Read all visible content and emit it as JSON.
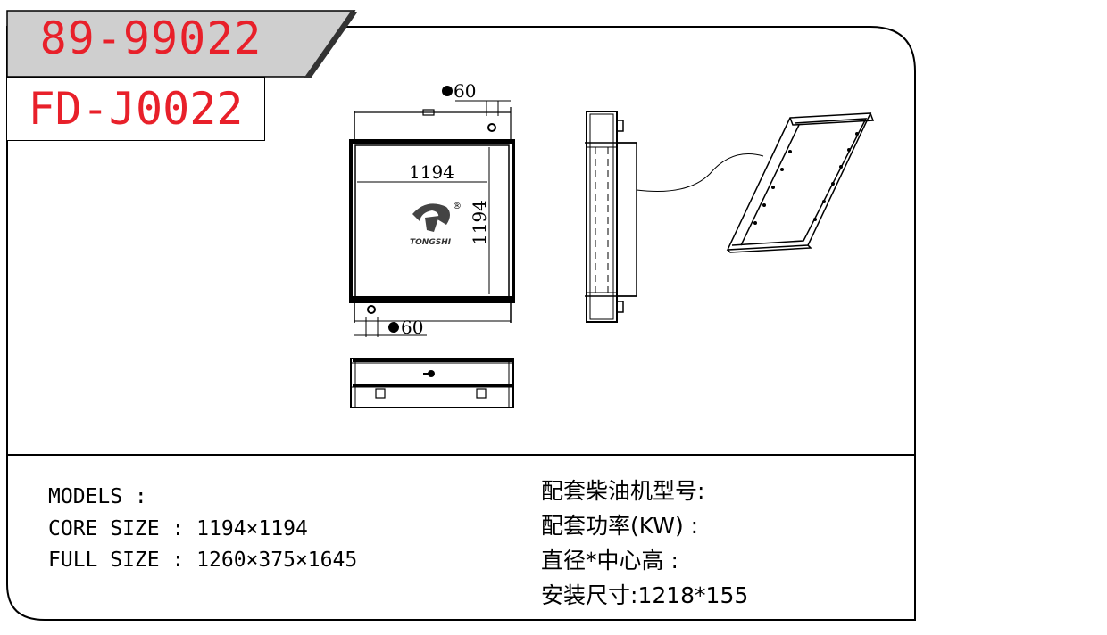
{
  "header": {
    "part_number": "89-99022",
    "product_code": "FD-J0022"
  },
  "drawing": {
    "top_diameter": "60",
    "bottom_diameter": "60",
    "core_width": "1194",
    "core_height": "1194",
    "logo_text": "TONGSHI",
    "logo_mark": "®"
  },
  "specs": {
    "models_label": "MODELS :",
    "core_size_label": "CORE SIZE : ",
    "core_size_value": "1194×1194",
    "full_size_label": "FULL SIZE : ",
    "full_size_value": "1260×375×1645"
  },
  "engine_info": {
    "engine_model_label": "配套柴油机型号:",
    "power_label": "配套功率(KW) :",
    "diameter_center_label": "直径*中心高 :",
    "install_size_label": "安装尺寸:",
    "install_size_value": "1218*155"
  },
  "colors": {
    "accent": "#e8202a",
    "line": "#000000",
    "tag_gray": "#cfcfcf"
  }
}
